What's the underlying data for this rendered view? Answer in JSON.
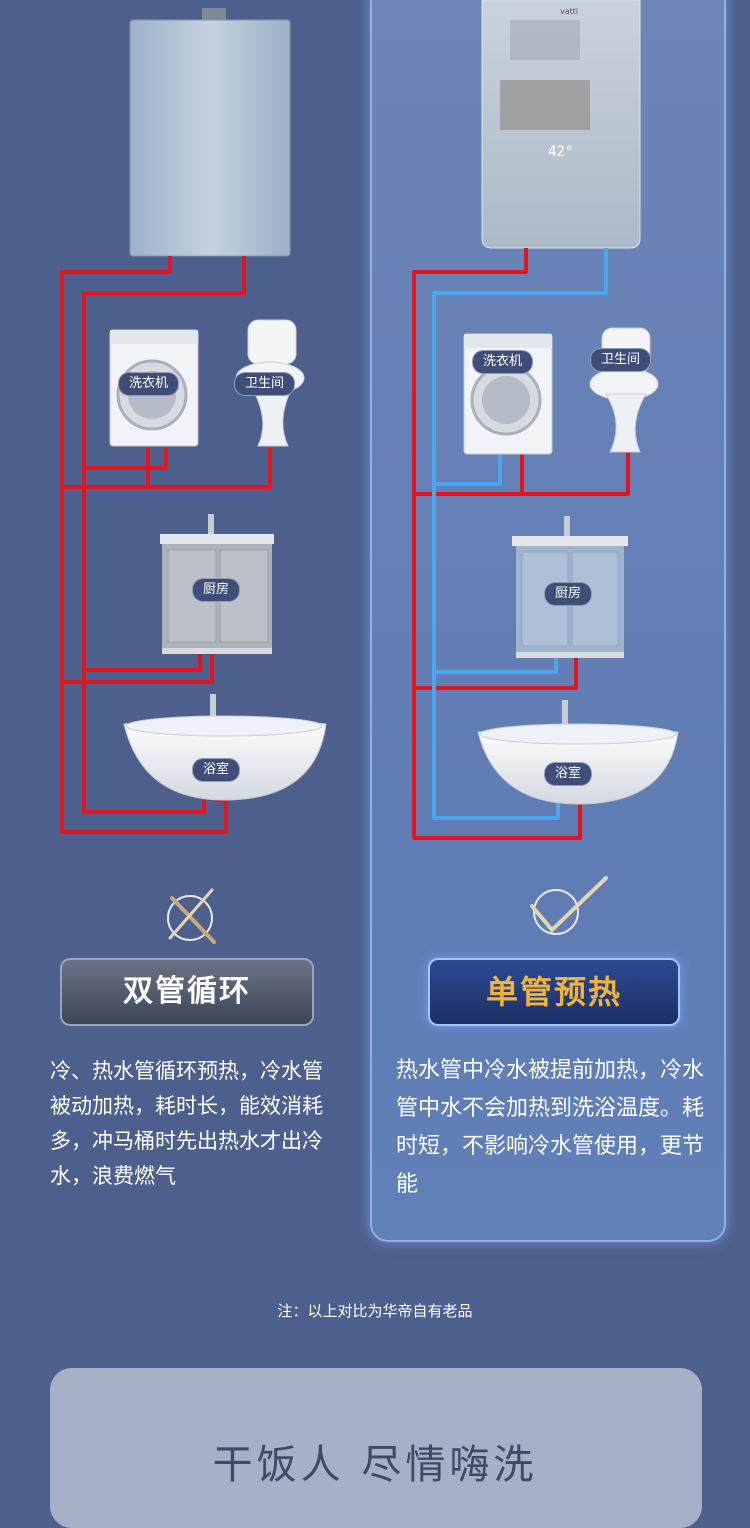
{
  "left": {
    "labels": {
      "washer": "洗衣机",
      "toilet": "卫生间",
      "kitchen": "厨房",
      "bath": "浴室"
    },
    "title": "双管循环",
    "description": "冷、热水管循环预热，冷水管被动加热，耗时长，能效消耗多，冲马桶时先出热水才出冷水，浪费燃气",
    "icon": "cross-icon"
  },
  "right": {
    "labels": {
      "washer": "洗衣机",
      "toilet": "卫生间",
      "kitchen": "厨房",
      "bath": "浴室"
    },
    "title": "单管预热",
    "description": "热水管中冷水被提前加热，冷水管中水不会加热到洗浴温度。耗时短，不影响冷水管使用，更节能",
    "icon": "check-icon",
    "heater_brand": "vatti",
    "heater_display": "42°"
  },
  "note": "注：以上对比为华帝自有老品",
  "slogan": "干饭人 尽情嗨洗",
  "colors": {
    "hot_pipe": "#e3141e",
    "cold_pipe": "#4aa6ef",
    "background": "#4d5f8c",
    "accent": "#f0b43a"
  }
}
